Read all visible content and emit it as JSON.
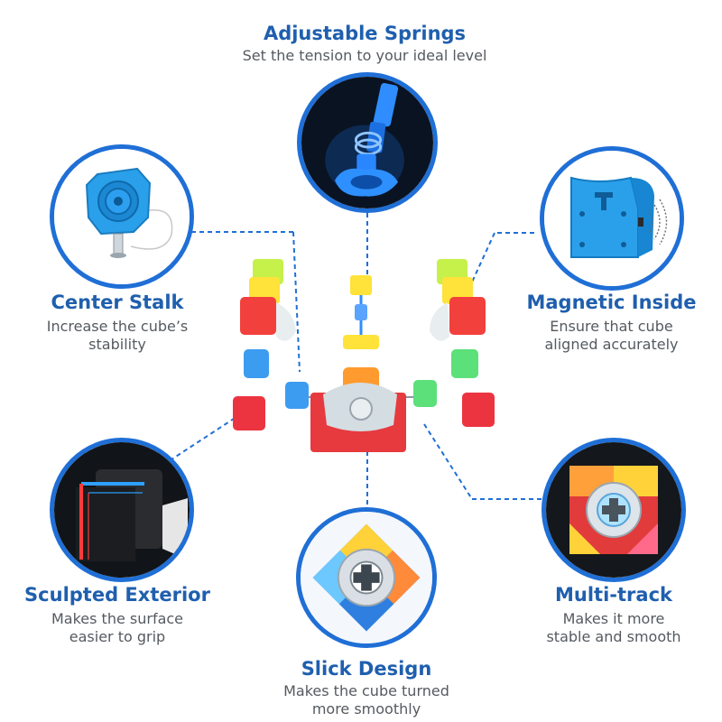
{
  "brand": {
    "accent": "#1f6fd6",
    "title_color": "#1f5fae",
    "text_color": "#555a60"
  },
  "features": {
    "springs": {
      "title": "Adjustable Springs",
      "desc": "Set the tension to your ideal level",
      "icon": "spring-icon"
    },
    "stalk": {
      "title": "Center Stalk",
      "desc_line1": "Increase the cube’s",
      "desc_line2": "stability",
      "icon": "center-stalk-icon"
    },
    "magnetic": {
      "title": "Magnetic Inside",
      "desc_line1": "Ensure that cube",
      "desc_line2": "aligned accurately",
      "icon": "magnet-icon"
    },
    "sculpted": {
      "title": "Sculpted Exterior",
      "desc_line1": "Makes the surface",
      "desc_line2": "easier to grip",
      "icon": "sculpted-edge-icon"
    },
    "slick": {
      "title": "Slick Design",
      "desc_line1": "Makes the cube turned",
      "desc_line2": "more smoothly",
      "icon": "slick-core-icon"
    },
    "track": {
      "title": "Multi-track",
      "desc_line1": "Makes it more",
      "desc_line2": "stable and smooth",
      "icon": "multi-track-icon"
    }
  }
}
